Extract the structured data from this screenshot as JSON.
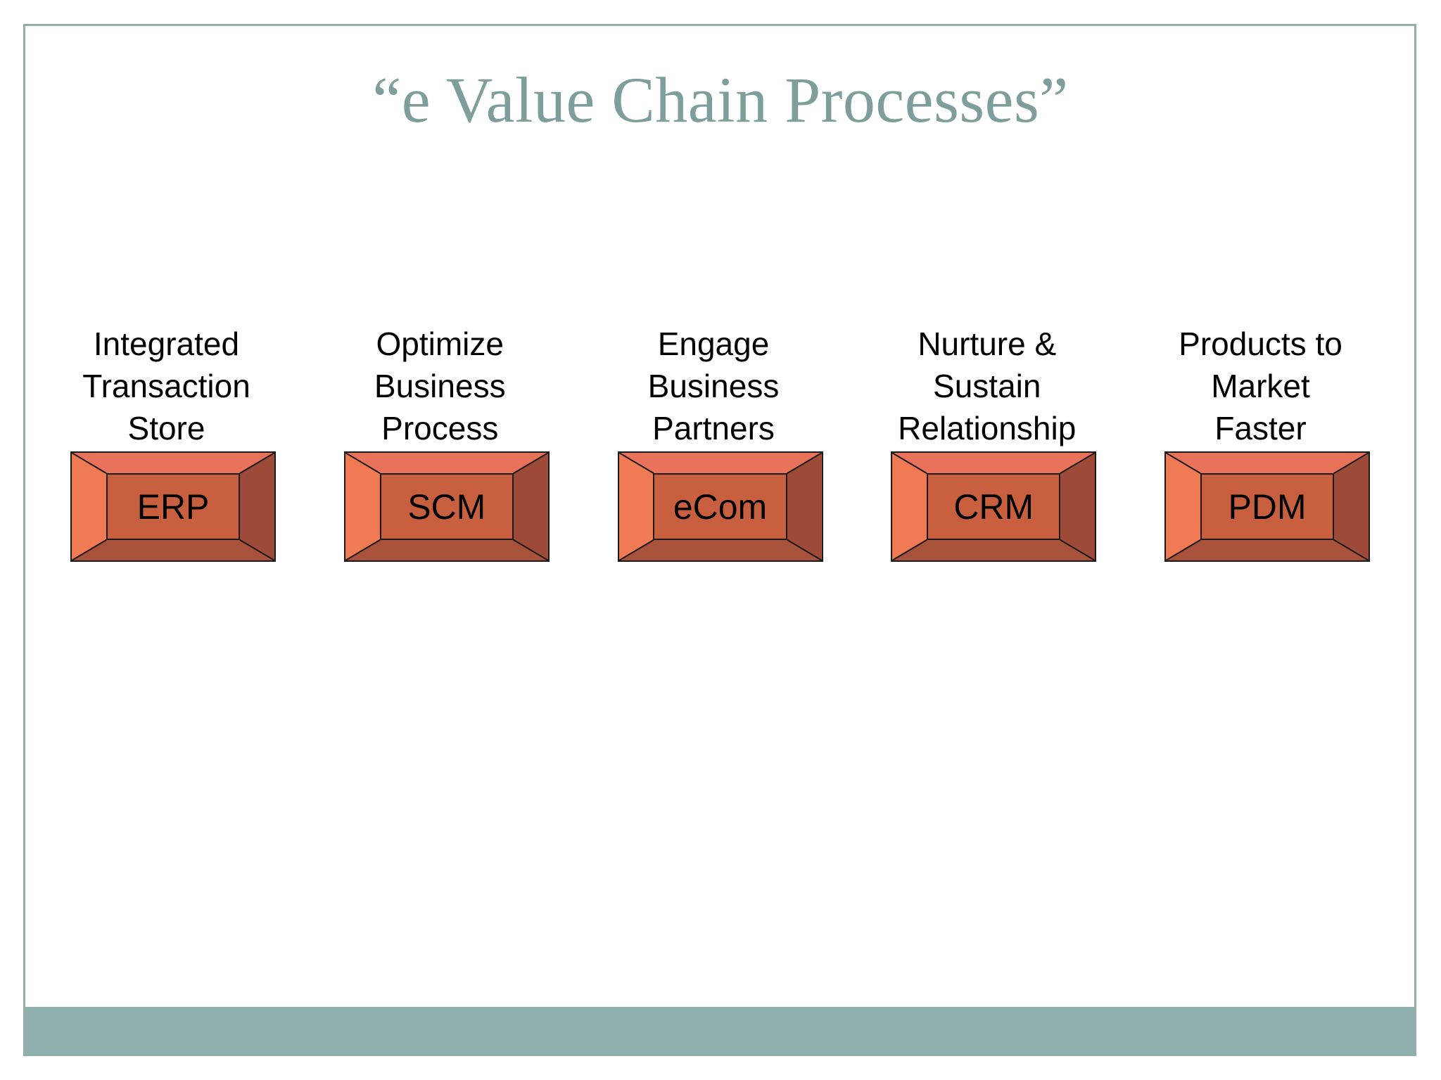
{
  "slide": {
    "title": "“e Value Chain Processes”",
    "title_color": "#7e9e9c",
    "frame_color": "#93aeab",
    "background_color": "#ffffff",
    "footer_band_color": "#8fafad"
  },
  "processes": [
    {
      "caption": "Integrated\nTransaction\nStore",
      "acronym": "ERP"
    },
    {
      "caption": "Optimize\nBusiness\nProcess",
      "acronym": "SCM"
    },
    {
      "caption": "Engage\nBusiness\nPartners",
      "acronym": "eCom"
    },
    {
      "caption": "Nurture &\nSustain\nRelationship",
      "acronym": "CRM"
    },
    {
      "caption": "Products to\nMarket\nFaster",
      "acronym": "PDM"
    }
  ],
  "box_style": {
    "face_color": "#c8603f",
    "bevel_top_color": "#e8735a",
    "bevel_left_color": "#f07a54",
    "bevel_right_color": "#9e4a38",
    "bevel_bottom_color": "#a8523c",
    "outline_color": "#1a1a1a"
  }
}
